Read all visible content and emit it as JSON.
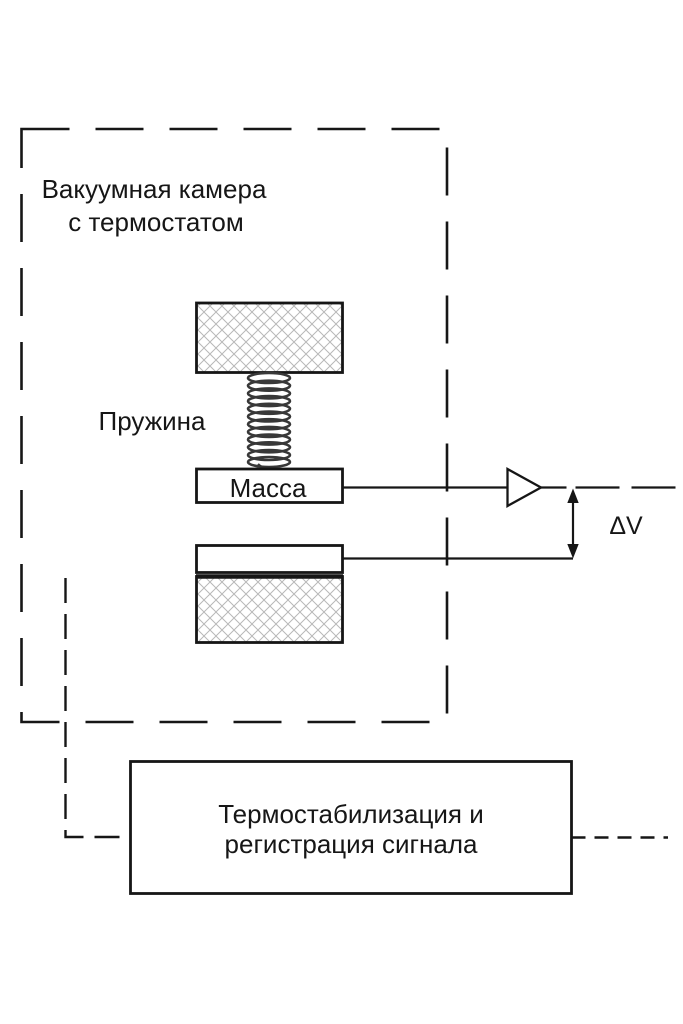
{
  "diagram": {
    "chamber": {
      "label_line1": "Вакуумная камера",
      "label_line2": "с термостатом"
    },
    "spring_label": "Пружина",
    "mass_label": "Масса",
    "delta_v_label": "ΔV",
    "controller_box": {
      "label_line1": "Термостабилизация и",
      "label_line2": "регистрация сигнала"
    }
  },
  "colors": {
    "ink": "#161616",
    "spring": "#383838",
    "hatch": "#b8b8b8",
    "background": "#ffffff"
  }
}
